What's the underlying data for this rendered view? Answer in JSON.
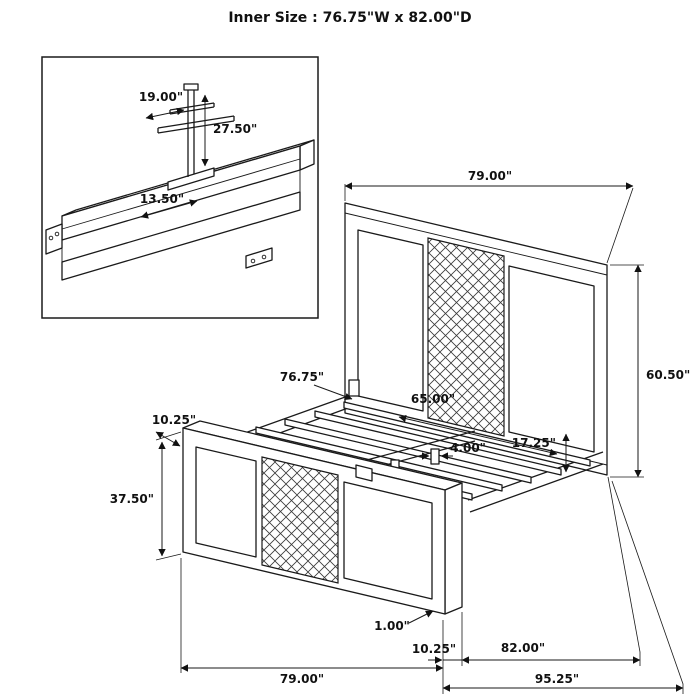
{
  "title": "Inner Size : 76.75\"W x 82.00\"D",
  "inset": {
    "bracket_width": "19.00\"",
    "bracket_height": "27.50\"",
    "base_width": "13.50\""
  },
  "dims": {
    "headboard_width": "79.00\"",
    "headboard_height": "60.50\"",
    "inner_width": "76.75\"",
    "slat_length": "65.00\"",
    "side_rail_height": "17.25\"",
    "support_leg": "4.00\"",
    "rail_offset": "10.25\"",
    "footboard_height": "37.50\"",
    "slat_thickness": "1.00\"",
    "footboard_depth": "10.25\"",
    "inner_depth": "82.00\"",
    "footboard_width": "79.00\"",
    "overall_depth": "95.25\""
  }
}
